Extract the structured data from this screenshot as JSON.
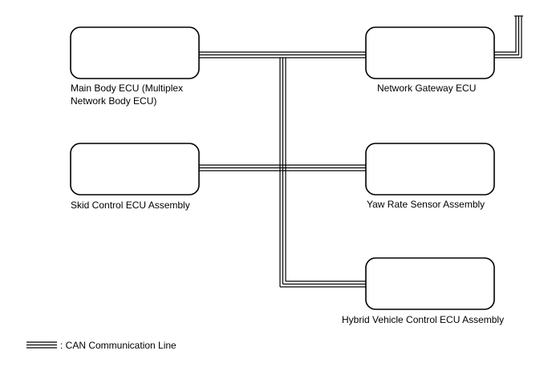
{
  "nodes": [
    {
      "id": "main-body-ecu",
      "label": "Main Body ECU (Multiplex Network Body ECU)"
    },
    {
      "id": "network-gateway-ecu",
      "label": "Network Gateway ECU"
    },
    {
      "id": "skid-control-ecu",
      "label": "Skid Control ECU Assembly"
    },
    {
      "id": "yaw-rate-sensor",
      "label": "Yaw Rate Sensor Assembly"
    },
    {
      "id": "hybrid-vehicle-control-ecu",
      "label": "Hybrid Vehicle Control ECU Assembly"
    }
  ],
  "legend": {
    "text": ": CAN Communication Line"
  }
}
